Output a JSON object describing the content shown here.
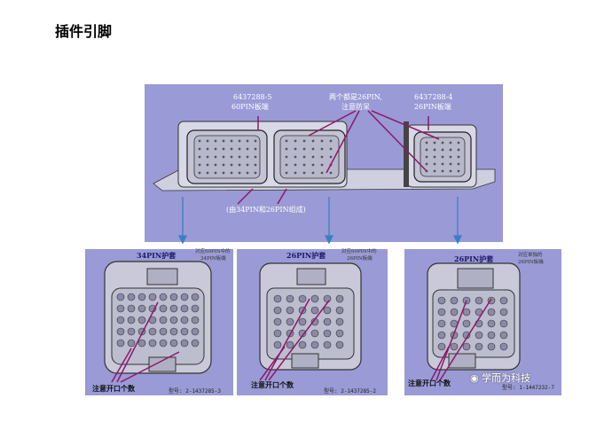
{
  "title": "插件引脚",
  "top": {
    "left_part": "6437288-5",
    "left_desc": "60PIN板端",
    "right_part": "6437288-4",
    "right_desc": "26PIN板端",
    "note_line1": "两个都是26PIN,",
    "note_line2": "注意防呆",
    "bottom_note": "(由34PIN和26PIN组成)"
  },
  "panels": [
    {
      "name": "34PIN护套",
      "side1": "对应60PIN中的",
      "side2": "34PIN板端",
      "note": "注意开口个数",
      "type": "型号: 2-1437285-3"
    },
    {
      "name": "26PIN护套",
      "side1": "对应60PIN中的",
      "side2": "26PIN板端",
      "note": "注意开口个数",
      "type": "型号: 2-1437285-2"
    },
    {
      "name": "26PIN护套",
      "side1": "对应单独的",
      "side2": "26PIN板端",
      "note": "注意开口个数",
      "type": "型号: 1-1447232-7"
    }
  ],
  "watermark": "学而为科技",
  "colors": {
    "panel_bg": "#9a9ad6",
    "arrow": "#3a7fc4",
    "pointer": "#8a1a6a"
  }
}
